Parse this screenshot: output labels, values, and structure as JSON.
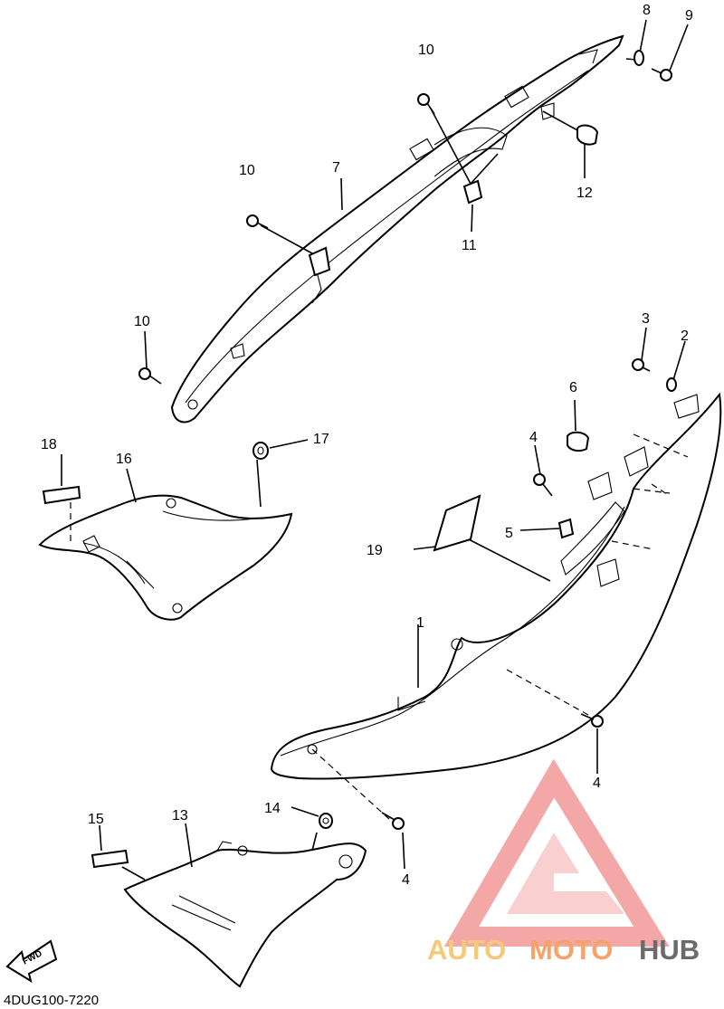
{
  "diagram": {
    "part_number": "4DUG100-7220",
    "fwd_label": "FWD",
    "callouts": {
      "c1": "1",
      "c2": "2",
      "c3": "3",
      "c4a": "4",
      "c4b": "4",
      "c4c": "4",
      "c5": "5",
      "c6": "6",
      "c7": "7",
      "c8": "8",
      "c9": "9",
      "c10a": "10",
      "c10b": "10",
      "c10c": "10",
      "c11": "11",
      "c12": "12",
      "c13": "13",
      "c14": "14",
      "c15": "15",
      "c16": "16",
      "c17": "17",
      "c18": "18",
      "c19": "19"
    }
  },
  "watermark": {
    "word_left": "AUTO",
    "word_mid": "MOTO",
    "word_right": "HUB",
    "colors": {
      "logo": "#f08a8a",
      "auto": "#f5c97a",
      "moto": "#f5a36a",
      "hub": "#6b6b6b"
    }
  }
}
